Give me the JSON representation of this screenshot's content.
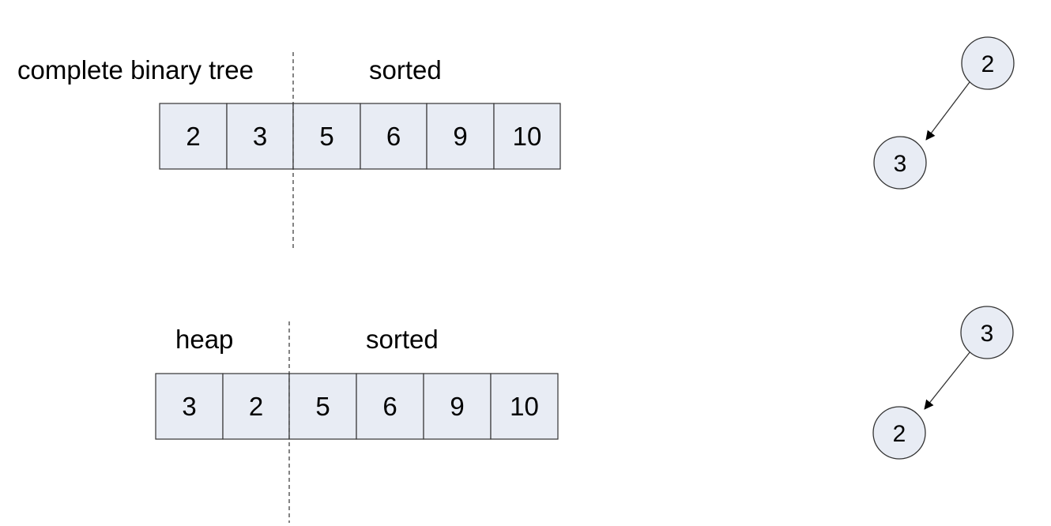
{
  "panels": [
    {
      "left_label": "complete binary tree",
      "right_label": "sorted",
      "cells": [
        "2",
        "3",
        "5",
        "6",
        "9",
        "10"
      ],
      "tree": {
        "root": "2",
        "child": "3"
      }
    },
    {
      "left_label": "heap",
      "right_label": "sorted",
      "cells": [
        "3",
        "2",
        "5",
        "6",
        "9",
        "10"
      ],
      "tree": {
        "root": "3",
        "child": "2"
      }
    }
  ]
}
